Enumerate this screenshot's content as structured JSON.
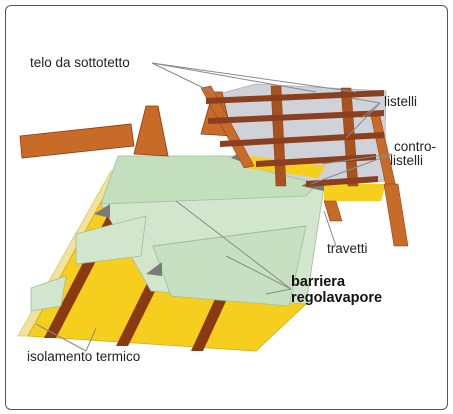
{
  "labels": {
    "underlay": "telo da sottotetto",
    "battens": "listelli",
    "counter_battens_1": "contro-",
    "counter_battens_2": "listelli",
    "rafters": "travetti",
    "vapor_barrier_1": "barriera",
    "vapor_barrier_2": "regolavapore",
    "insulation": "isolamento termico"
  },
  "colors": {
    "frame": "#555555",
    "wood": "#c86a28",
    "wood_dark": "#8a3a10",
    "batten": "#8b3f1e",
    "insulation": "#f6cf1e",
    "insulation_edge": "#f0e39a",
    "vapor_barrier": "#d1e6cc",
    "vapor_barrier_dark": "#aecba8",
    "underlay": "#cfd2d8",
    "leader": "#8a8a8a"
  }
}
